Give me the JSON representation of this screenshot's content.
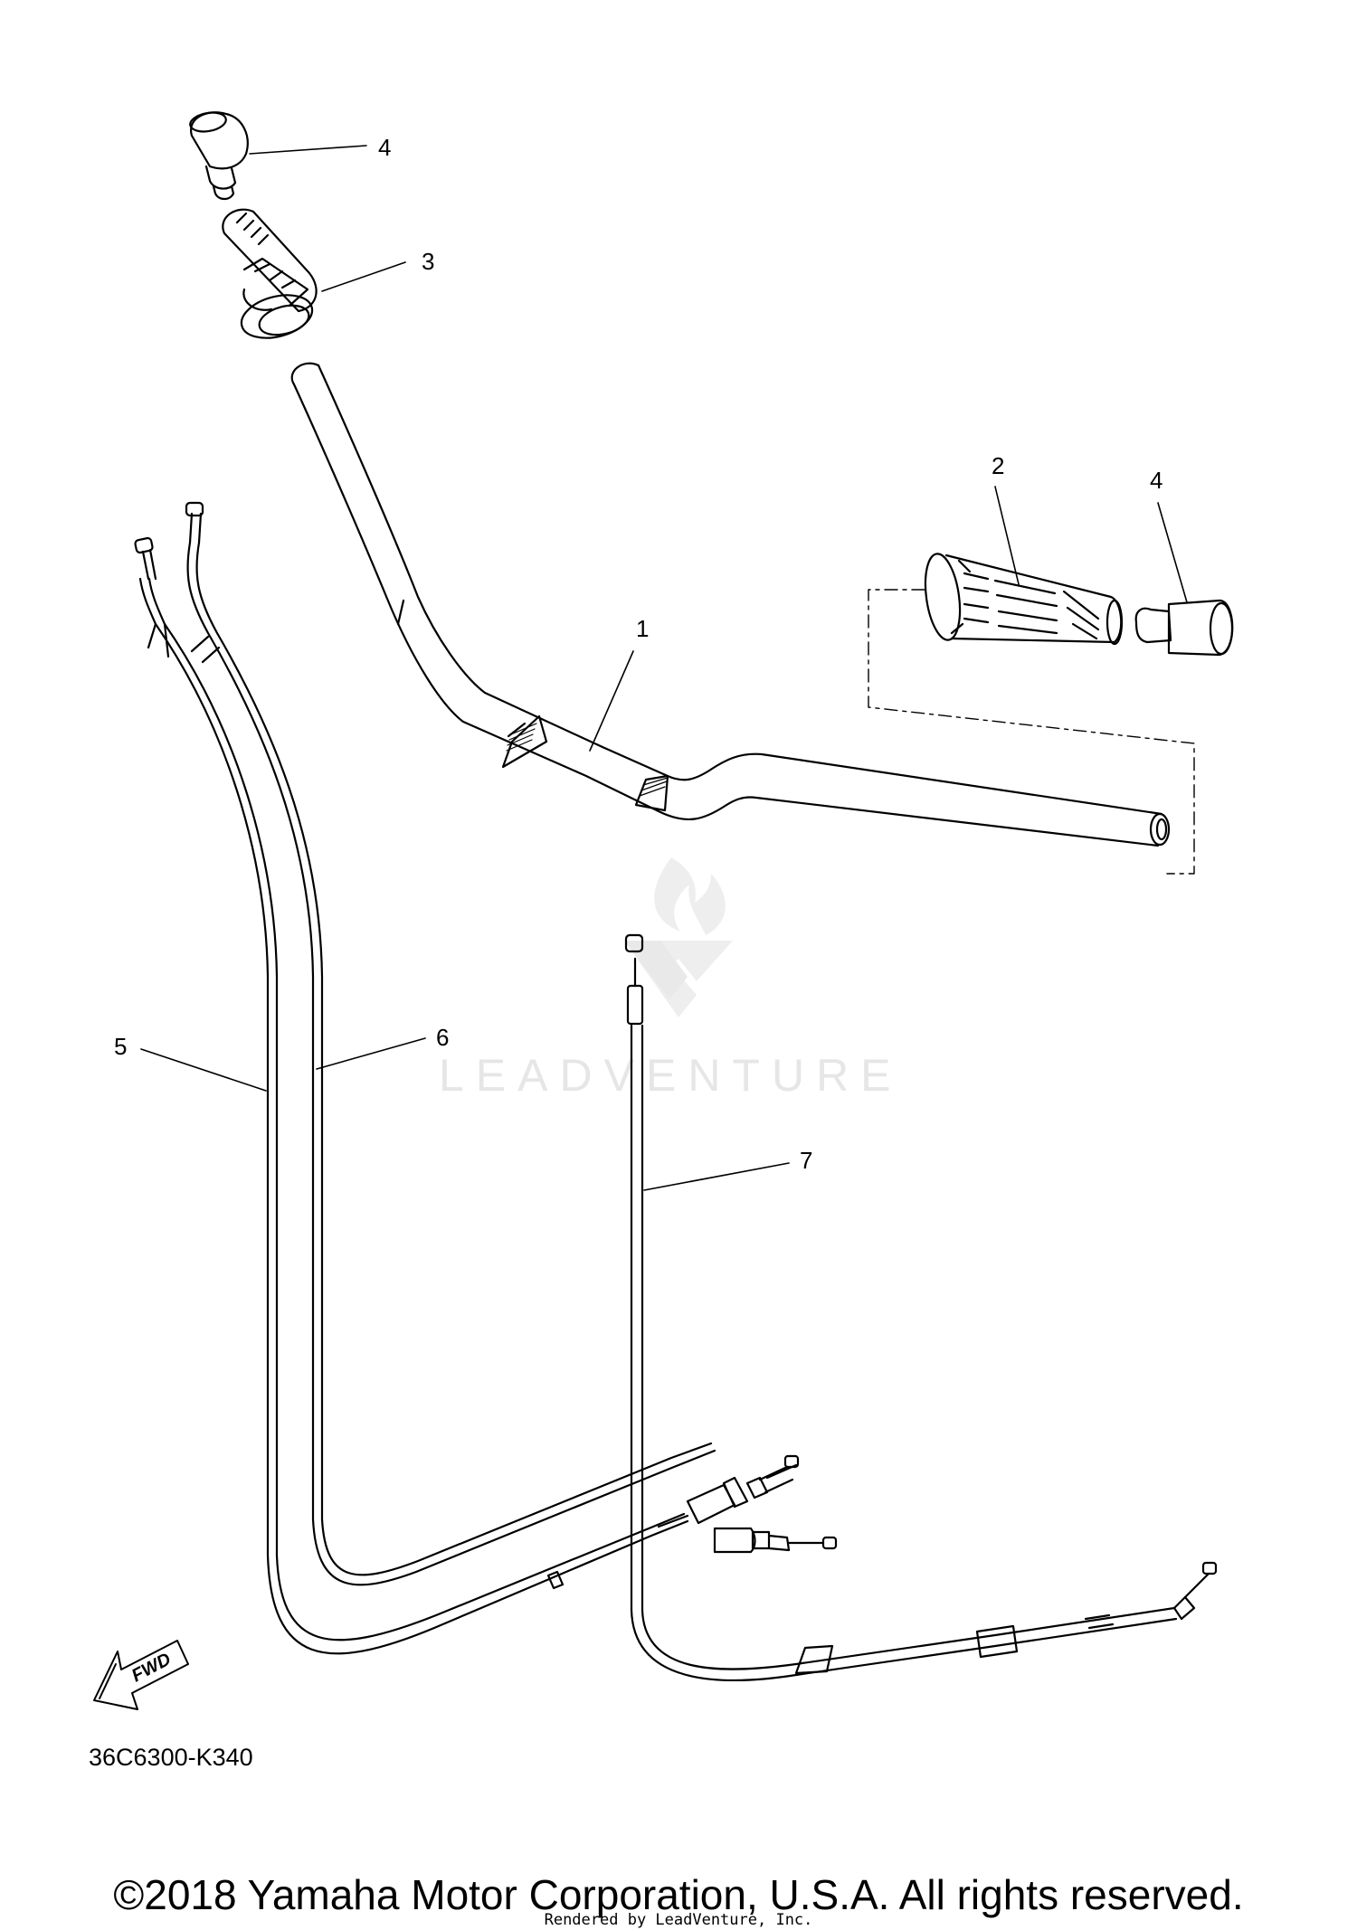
{
  "callouts": {
    "c1": "1",
    "c2": "2",
    "c3": "3",
    "c4_top": "4",
    "c4_right": "4",
    "c5": "5",
    "c6": "6",
    "c7": "7"
  },
  "parts": [
    {
      "ref": "1",
      "kind": "handlebar"
    },
    {
      "ref": "2",
      "kind": "grip"
    },
    {
      "ref": "3",
      "kind": "throttle-grip"
    },
    {
      "ref": "4",
      "kind": "bar-end-weight"
    },
    {
      "ref": "5",
      "kind": "cable"
    },
    {
      "ref": "6",
      "kind": "cable"
    },
    {
      "ref": "7",
      "kind": "cable"
    }
  ],
  "fwd_label": "FWD",
  "diagram_code": "36C6300-K340",
  "watermark_text": "LEADVENTURE",
  "footer": {
    "copyright": "©2018 Yamaha Motor Corporation, U.S.A. All rights reserved.",
    "rendered_by": "Rendered by LeadVenture, Inc."
  },
  "colors": {
    "line": "#000000",
    "background": "#ffffff",
    "watermark": "#e6e6e6"
  }
}
